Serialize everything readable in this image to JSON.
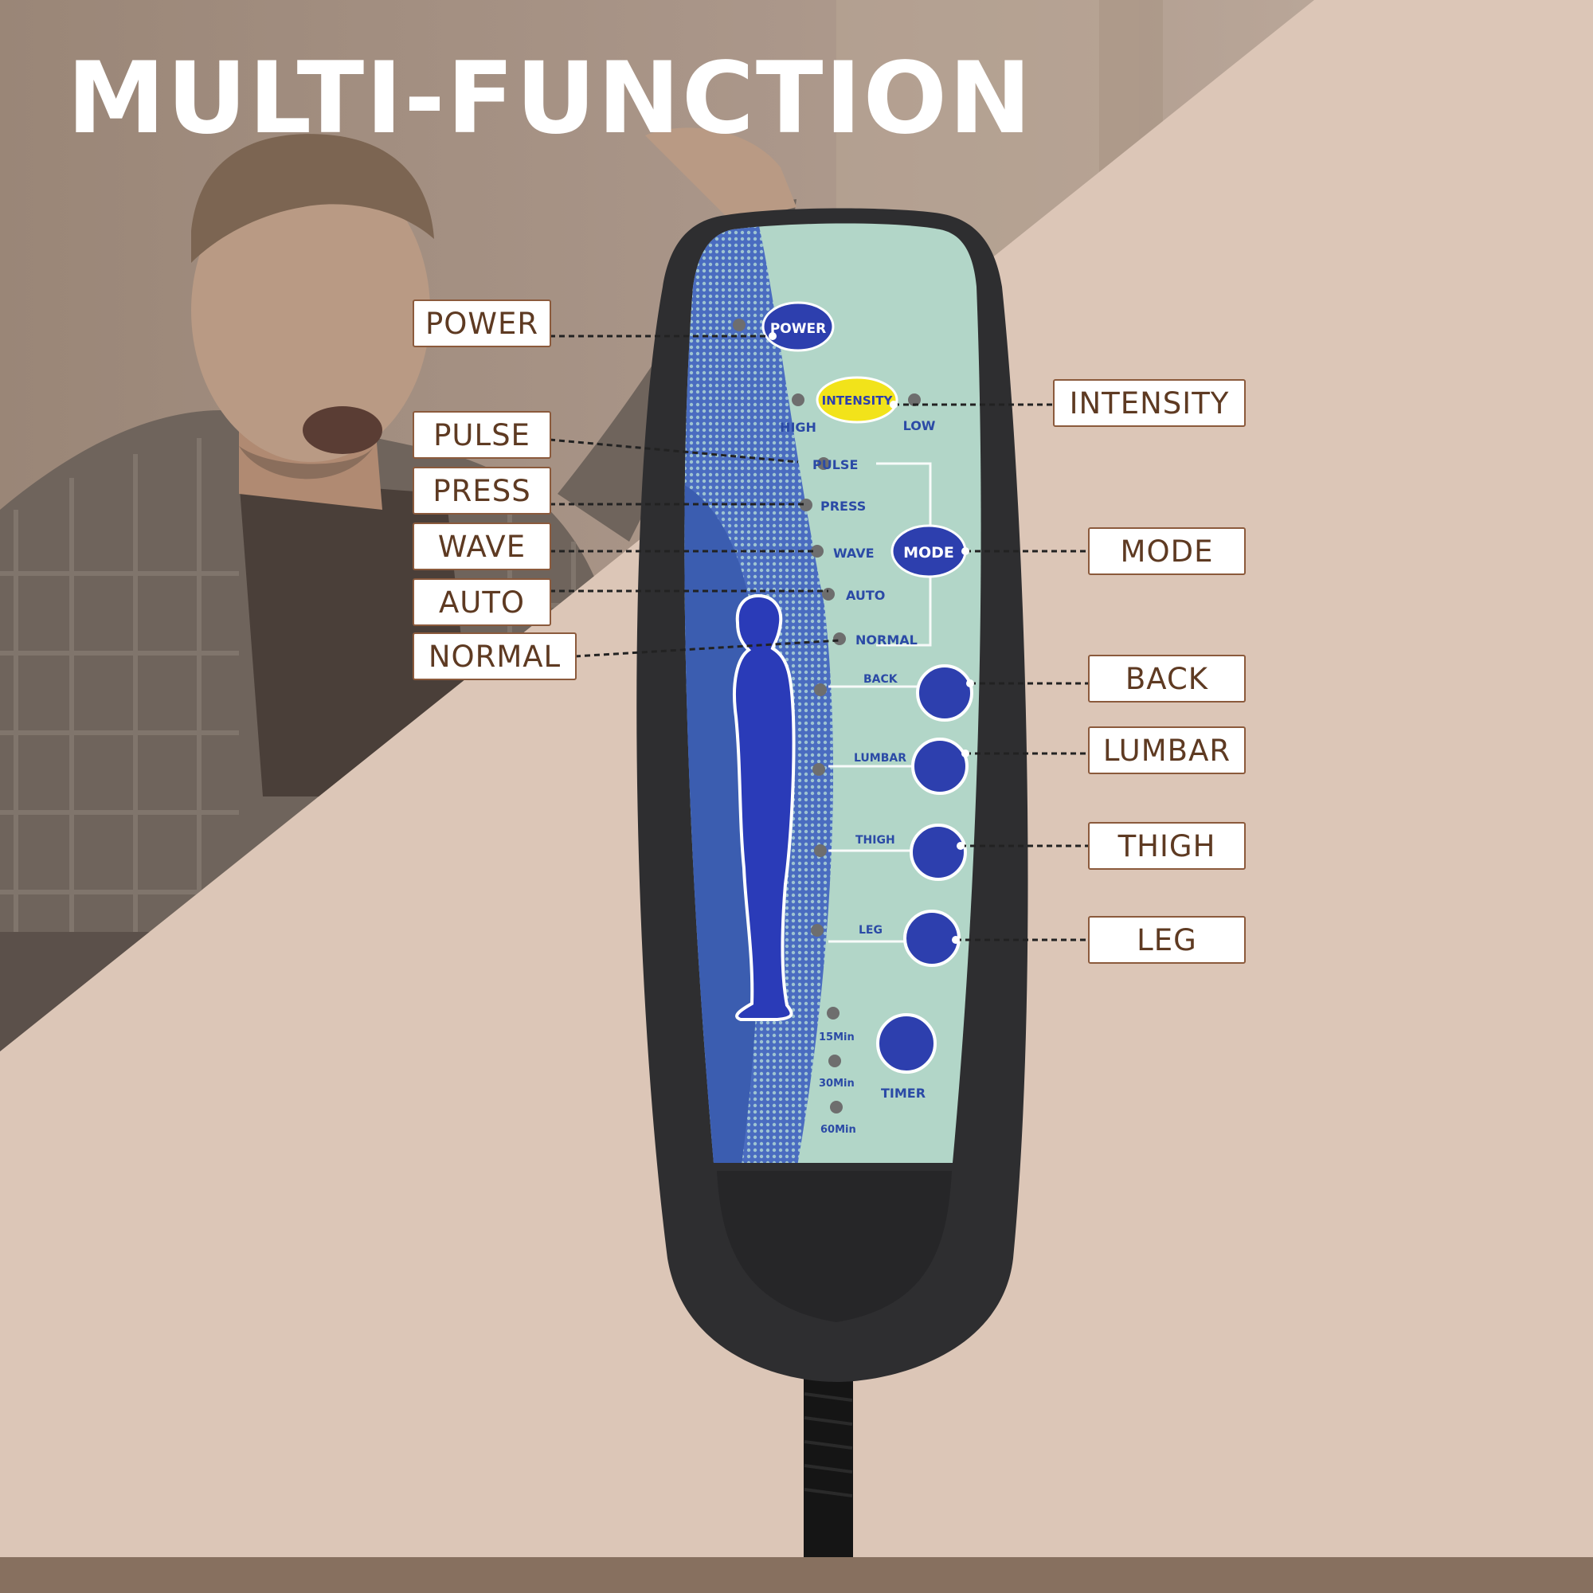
{
  "title": "MULTI-FUNCTION",
  "callouts": {
    "power": "POWER",
    "pulse": "PULSE",
    "press": "PRESS",
    "wave": "WAVE",
    "auto": "AUTO",
    "normal": "NORMAL",
    "intensity": "INTENSITY",
    "mode": "MODE",
    "back": "BACK",
    "lumbar": "LUMBAR",
    "thigh": "THIGH",
    "leg": "LEG"
  },
  "remote": {
    "power_button": "POWER",
    "intensity_button": "INTENSITY",
    "high_label": "HIGH",
    "low_label": "LOW",
    "pulse_label": "PULSE",
    "press_label": "PRESS",
    "wave_label": "WAVE",
    "auto_label": "AUTO",
    "normal_label": "NORMAL",
    "mode_button": "MODE",
    "back_label": "BACK",
    "lumbar_label": "LUMBAR",
    "thigh_label": "THIGH",
    "leg_label": "LEG",
    "timer_label": "TIMER",
    "timer_15": "15Min",
    "timer_30": "30Min",
    "timer_60": "60Min"
  },
  "colors": {
    "background": "#dcc6b7",
    "photo_tint": "#a48f80",
    "remote_body": "#2e2e30",
    "panel_green": "#b2d6c8",
    "panel_blue": "#3f63b5",
    "button_blue": "#2d3fae",
    "intensity_yellow": "#f2e31a",
    "callout_border": "#8b5a3c",
    "callout_text": "#5e3a22"
  }
}
